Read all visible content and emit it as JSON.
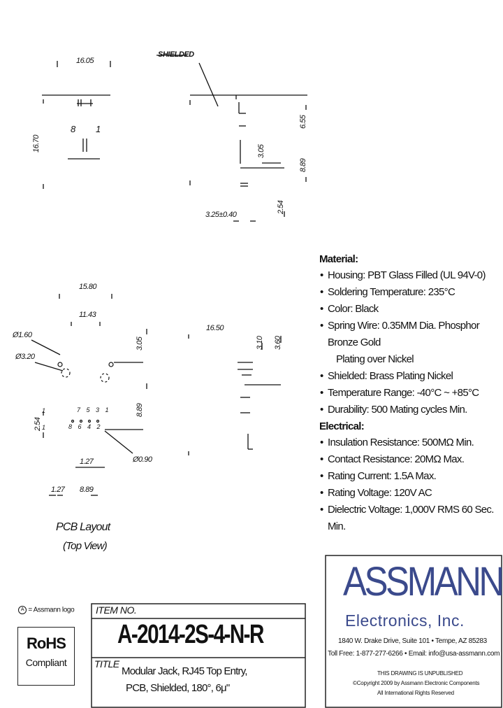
{
  "drawing": {
    "top_view_dims": {
      "width": "16.05",
      "height": "16.70",
      "pin_high": "8",
      "pin_low": "1"
    },
    "side_view_dims": {
      "shielded": "SHIELDED",
      "d305": "3.05",
      "d655": "6.55",
      "d889": "8.89",
      "d254": "2.54",
      "d325": "3.25±0.40"
    },
    "pcb_dims": {
      "d1580": "15.80",
      "d1143": "11.43",
      "d160": "Ø1.60",
      "d320": "Ø3.20",
      "d305": "3.05",
      "d889": "8.89",
      "d254": "2.54",
      "d127a": "1.27",
      "d090": "Ø0.90",
      "d127b": "1.27",
      "d889b": "8.89",
      "row_top": "7 5 3 1",
      "row_bottom": "8 6 4 2",
      "n1": "1",
      "n2": "1"
    },
    "front_view_dims": {
      "d1650": "16.50",
      "d310": "3.10",
      "d360": "3.60"
    },
    "pcb_caption": {
      "line1": "PCB Layout",
      "line2": "(Top View)"
    }
  },
  "specs": {
    "material_heading": "Material:",
    "material": [
      "Housing: PBT Glass Filled (UL 94V-0)",
      "Soldering Temperature: 235°C",
      "Color: Black",
      "Spring Wire: 0.35MM Dia. Phosphor Bronze Gold",
      "Plating over Nickel",
      "Shielded: Brass Plating Nickel",
      "Temperature Range: -40°C ~ +85°C",
      "Durability: 500 Mating cycles Min."
    ],
    "electrical_heading": "Electrical:",
    "electrical": [
      "Insulation Resistance: 500MΩ Min.",
      "Contact Resistance: 20MΩ Max.",
      "Rating Current: 1.5A Max.",
      "Rating Voltage: 120V AC",
      "Dielectric Voltage: 1,000V RMS 60 Sec. Min."
    ]
  },
  "title_block": {
    "logo_note": "= Assmann logo",
    "rohs_line1": "RoHS",
    "rohs_line2": "Compliant",
    "item_label": "ITEM NO.",
    "item_number": "A-2014-2S-4-N-R",
    "title_label": "TITLE",
    "title_line1": "Modular Jack, RJ45 Top Entry,",
    "title_line2": "PCB, Shielded, 180°, 6μ\"",
    "brand": "ASSMANN",
    "company": "Electronics, Inc.",
    "address": "1840 W. Drake Drive, Suite 101 • Tempe, AZ 85283",
    "contact": "Toll Free: 1-877-277-6266 • Email: info@usa-assmann.com",
    "note1": "THIS DRAWING IS UNPUBLISHED",
    "note2": "©Copyright 2009 by Assmann Electronic Components",
    "note3": "All International Rights Reserved"
  }
}
